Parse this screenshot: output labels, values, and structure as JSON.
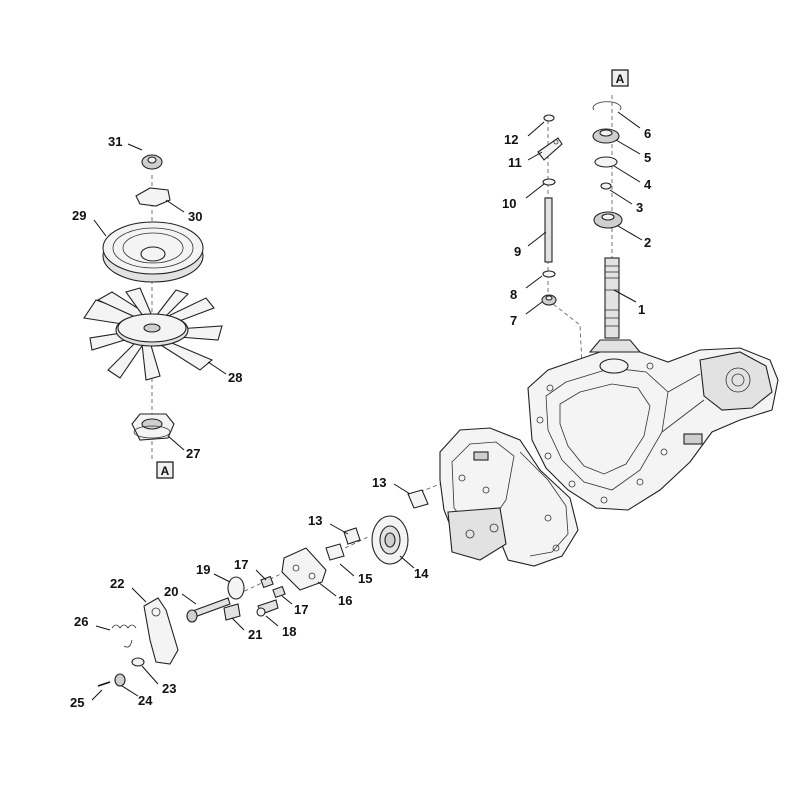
{
  "reference_marks": [
    "A",
    "A"
  ],
  "part_numbers": {
    "p1": "1",
    "p2": "2",
    "p3": "3",
    "p4": "4",
    "p5": "5",
    "p6": "6",
    "p7": "7",
    "p8": "8",
    "p9": "9",
    "p10": "10",
    "p11": "11",
    "p12": "12",
    "p13a": "13",
    "p13b": "13",
    "p14": "14",
    "p15": "15",
    "p16": "16",
    "p17a": "17",
    "p17b": "17",
    "p18": "18",
    "p19": "19",
    "p20": "20",
    "p21": "21",
    "p22": "22",
    "p23": "23",
    "p24": "24",
    "p25": "25",
    "p26": "26",
    "p27": "27",
    "p28": "28",
    "p29": "29",
    "p30": "30",
    "p31": "31"
  }
}
